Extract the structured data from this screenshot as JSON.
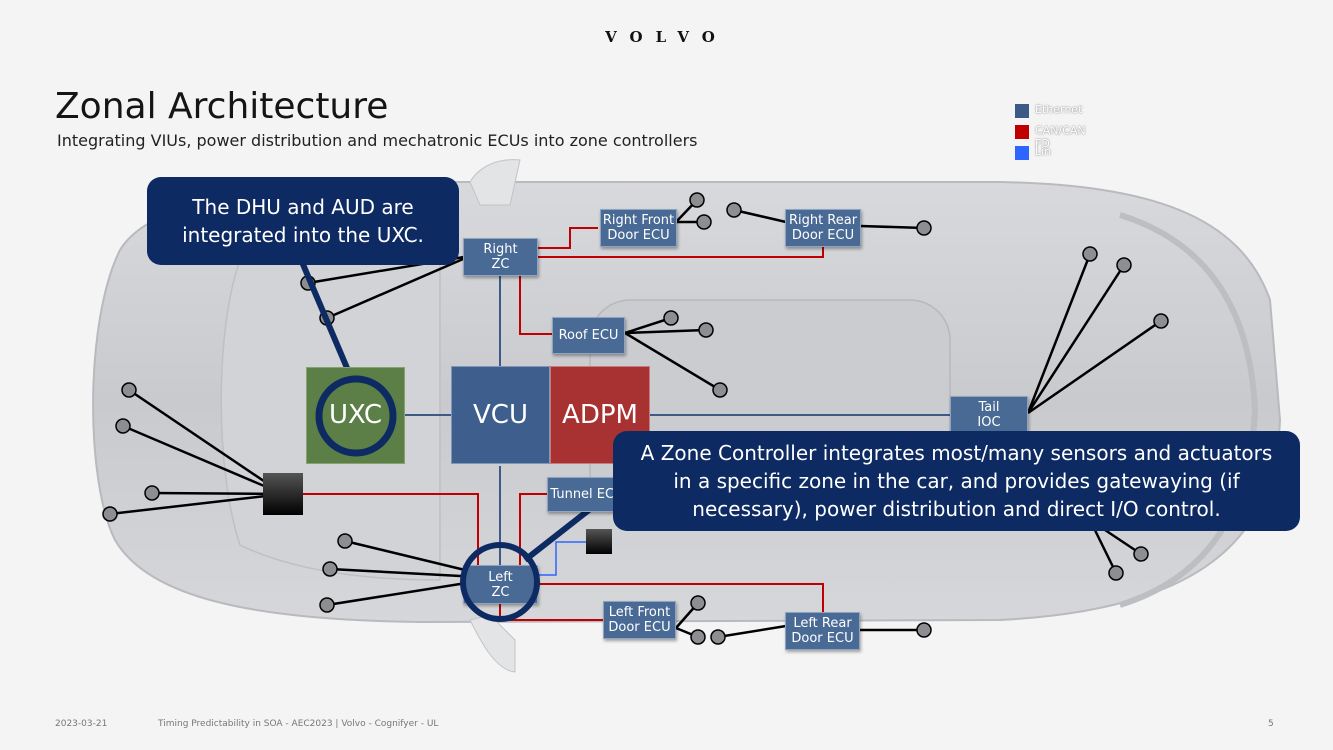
{
  "brand": "VOLVO",
  "title": "Zonal Architecture",
  "subtitle": "Integrating VIUs, power distribution and mechatronic ECUs into zone controllers",
  "legend": [
    {
      "label": "Ethernet",
      "color": "#3d5a86"
    },
    {
      "label": "CAN/CAN FD",
      "color": "#c00000"
    },
    {
      "label": "Lin",
      "color": "#2e64ff"
    }
  ],
  "nodes": {
    "uxc": "UXC",
    "vcu": "VCU",
    "adpm": "ADPM",
    "right_zc": "Right\nZC",
    "left_zc": "Left\nZC",
    "right_front_door": "Right Front\nDoor ECU",
    "right_rear_door": "Right Rear\nDoor ECU",
    "left_front_door": "Left Front\nDoor ECU",
    "left_rear_door": "Left Rear\nDoor ECU",
    "roof_ecu": "Roof ECU",
    "tunnel_ecu": "Tunnel ECU",
    "tail_ioc": "Tail\nIOC"
  },
  "callouts": {
    "dhu": "The DHU and AUD are integrated into the UXC.",
    "zone": "A Zone Controller integrates most/many sensors and actuators in a specific zone in the car, and provides gatewaying (if necessary), power distribution and direct I/O control."
  },
  "colors": {
    "ethernet": "#3d5a86",
    "can": "#c00000",
    "lin": "#2e64ff",
    "uxc": "#5b7f47",
    "vcu": "#3e5f8e",
    "adpm": "#a83232",
    "callout": "#0d2a63"
  },
  "footer": {
    "date": "2023-03-21",
    "text": "Timing Predictability in SOA - AEC2023 | Volvo - Cognifyer - UL",
    "page": "5"
  }
}
